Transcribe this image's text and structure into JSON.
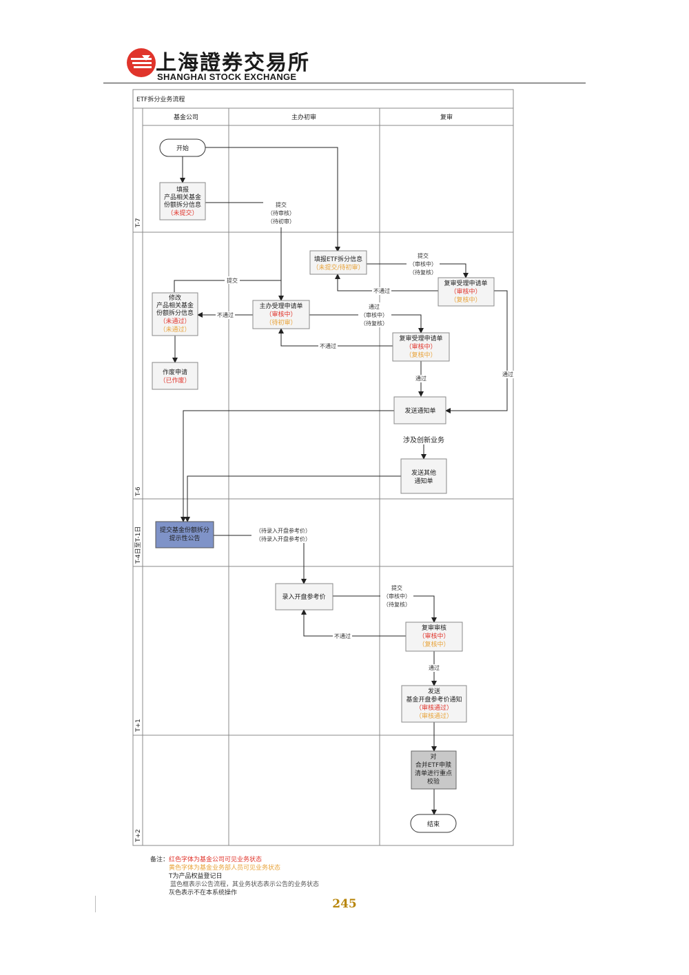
{
  "header": {
    "logo_cn": "上海證券交易所",
    "logo_en": "SHANGHAI  STOCK  EXCHANGE",
    "logo_colors": {
      "red": "#e0342b",
      "dark": "#1a1a1a"
    }
  },
  "diagram": {
    "title": "ETF拆分业务流程",
    "columns": [
      "基金公司",
      "主办初审",
      "复审"
    ],
    "rows": [
      "T-7",
      "T-6",
      "T-4日至T-1日",
      "T+1",
      "T+2"
    ],
    "colors": {
      "red_text": "#e0342b",
      "orange_text": "#e8a33a",
      "blue_box": "#7f93c8",
      "grey_box": "#c8c8c8"
    },
    "nodes": {
      "start": {
        "label": "开始"
      },
      "fill_info": {
        "lines": [
          "填报",
          "产品相关基金",
          "份额拆分信息"
        ],
        "red": "（未提交）"
      },
      "etf_fill": {
        "lines": [
          "填报ETF拆分信息"
        ],
        "orange": "（未提交/待初审）"
      },
      "modify": {
        "lines": [
          "修改",
          "产品相关基金",
          "份额拆分信息"
        ],
        "red": "（未通过）",
        "orange": "（未通过）"
      },
      "main_accept": {
        "lines": [
          "主办受理申请单"
        ],
        "red": "（审核中）",
        "orange": "（待初审）"
      },
      "review_accept_a": {
        "lines": [
          "复审受理申请单"
        ],
        "red": "（审核中）",
        "orange": "（复核中）"
      },
      "review_accept_b": {
        "lines": [
          "复审受理申请单"
        ],
        "red": "（审核中）",
        "orange": "（复核中）"
      },
      "void": {
        "lines": [
          "作废申请"
        ],
        "red": "（已作废）"
      },
      "send_notice": {
        "lines": [
          "发送通知单"
        ]
      },
      "other_notice": {
        "lines": [
          "发送其他",
          "通知单"
        ]
      },
      "announce": {
        "lines": [
          "提交基金份额拆分",
          "提示性公告"
        ]
      },
      "enter_price": {
        "lines": [
          "录入开盘参考价"
        ]
      },
      "review_check": {
        "lines": [
          "复审审核"
        ],
        "red": "（审核中）",
        "orange": "（复核中）"
      },
      "send_price": {
        "lines": [
          "发送",
          "基金开盘参考价通知"
        ],
        "red": "（审核通过）",
        "orange": "（审核通过）"
      },
      "verify": {
        "lines": [
          "对",
          "合并ETF申赎",
          "清单进行重点",
          "校验"
        ]
      },
      "end": {
        "label": "结束"
      }
    },
    "edge_labels": {
      "submit1": {
        "text": "提交",
        "red": "（待审核）",
        "orange": "（待初审）"
      },
      "submit2": {
        "text": "提交",
        "red": "（审核中）",
        "orange": "（待复核）"
      },
      "pass1": {
        "text": "通过",
        "red": "（审核中）",
        "orange": "（待复核）"
      },
      "submit_price": {
        "text": "提交",
        "red": "（审核中）",
        "orange": "（待复核）"
      },
      "pending_price": {
        "red": "（待录入开盘参考价）",
        "orange": "（待录入开盘参考价）"
      },
      "submit_short": "提交",
      "not_pass": "不通过",
      "pass": "通过",
      "innovation": "涉及创新业务"
    }
  },
  "notes": {
    "prefix": "备注：",
    "red_line": "红色字体为基金公司可见业务状态",
    "orange_line": "黄色字体为基金业务部人员可见业务状态",
    "t_line": "T为产品权益登记日",
    "blue_line": "蓝色框表示公告流程，其业务状态表示公告的业务状态",
    "grey_line": "灰色表示不在本系统操作"
  },
  "page_number": "245"
}
